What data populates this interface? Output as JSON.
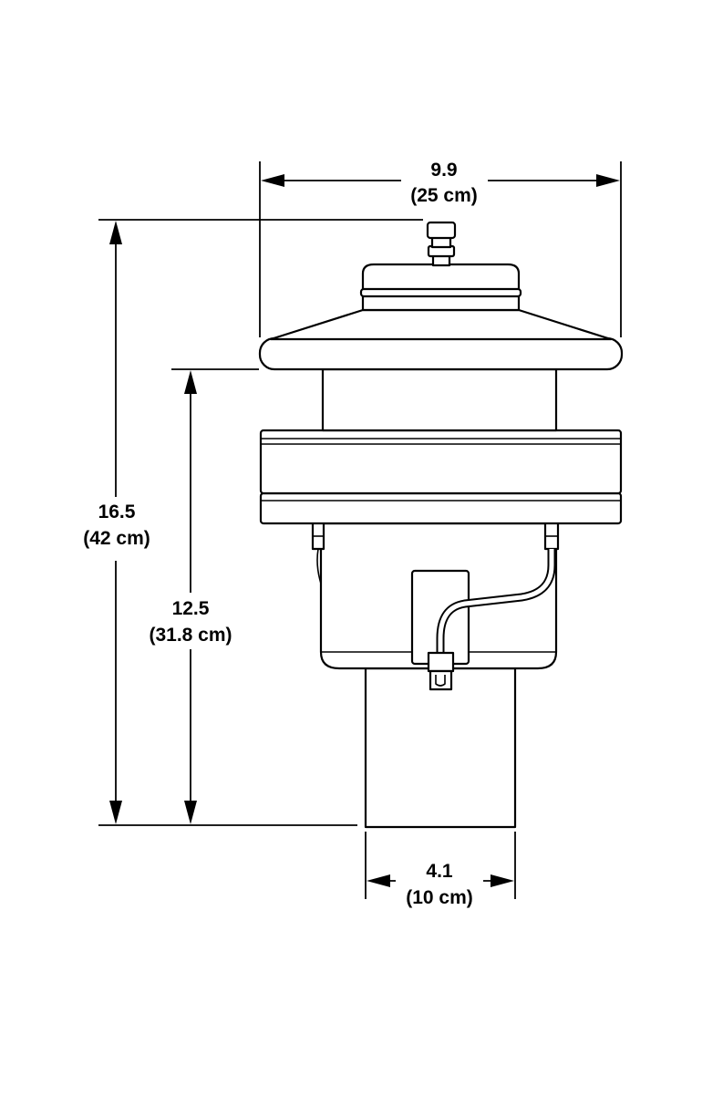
{
  "dimensions": {
    "overall_width": {
      "value": "9.9",
      "metric": "(25 cm)"
    },
    "overall_height": {
      "value": "16.5",
      "metric": "(42 cm)"
    },
    "body_height": {
      "value": "12.5",
      "metric": "(31.8 cm)"
    },
    "base_width": {
      "value": "4.1",
      "metric": "(10 cm)"
    }
  },
  "colors": {
    "line": "#000000",
    "background": "#ffffff"
  }
}
